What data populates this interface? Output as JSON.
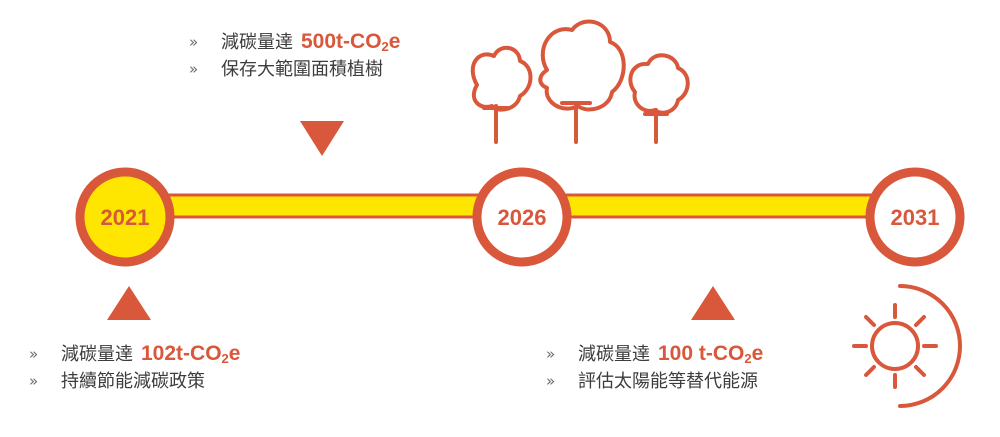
{
  "colors": {
    "accent": "#d9573a",
    "timeline_bar": "#ffe600",
    "start_fill": "#ffe600",
    "node_fill": "#ffffff",
    "text": "#3d3d3d"
  },
  "timeline": {
    "nodes": [
      {
        "year": "2021",
        "status": "current"
      },
      {
        "year": "2026",
        "status": "upcoming"
      },
      {
        "year": "2031",
        "status": "upcoming"
      }
    ]
  },
  "milestones": {
    "top": {
      "bullet": "»",
      "items": [
        {
          "label": "減碳量達",
          "highlight": {
            "prefix": "500t-CO",
            "sub": "2",
            "suffix": "e"
          }
        },
        {
          "label": "保存大範圍面積植樹"
        }
      ]
    },
    "left": {
      "bullet": "»",
      "items": [
        {
          "label": "減碳量達",
          "highlight": {
            "prefix": "102t-CO",
            "sub": "2",
            "suffix": "e"
          }
        },
        {
          "label": "持續節能減碳政策"
        }
      ]
    },
    "right": {
      "bullet": "»",
      "items": [
        {
          "label": "減碳量達",
          "highlight": {
            "prefix": "100 t-CO",
            "sub": "2",
            "suffix": "e"
          }
        },
        {
          "label": "評估太陽能等替代能源"
        }
      ]
    }
  },
  "icons": [
    "tree-icon",
    "tree-icon",
    "tree-icon",
    "sun-icon"
  ]
}
